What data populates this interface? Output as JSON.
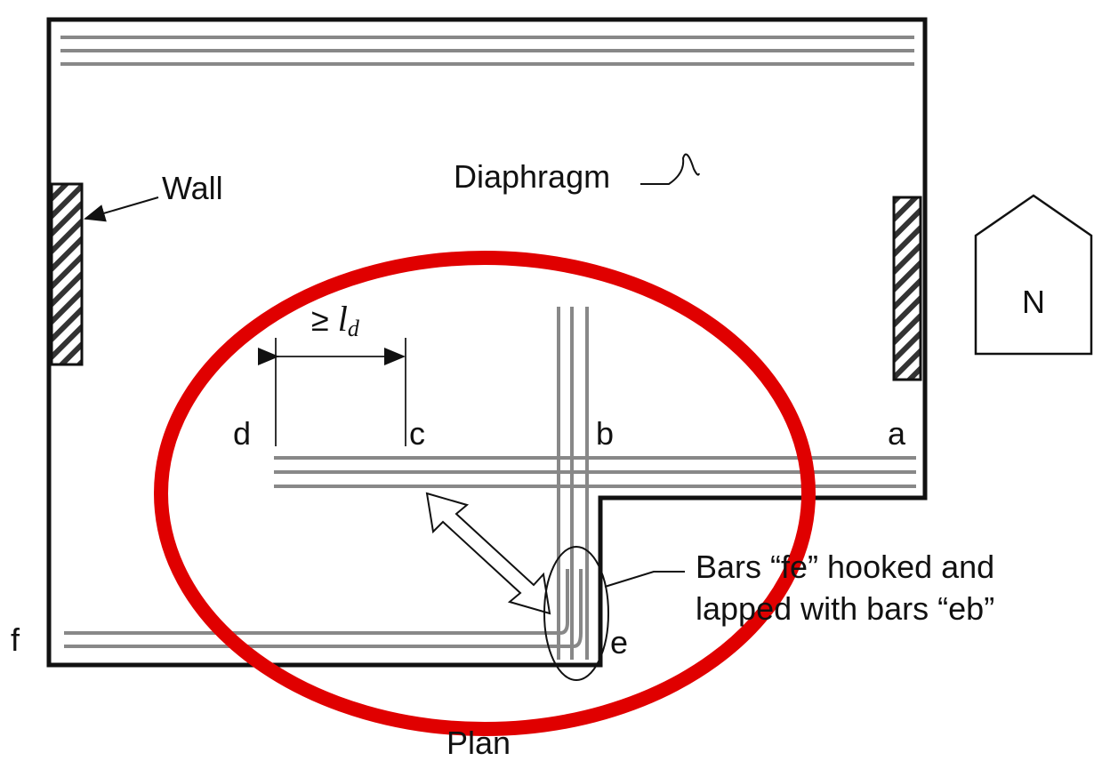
{
  "labels": {
    "wall": "Wall",
    "diaphragm": "Diaphragm",
    "north": "N",
    "dev_length_prefix": "≥",
    "dev_length_symbol": "l",
    "dev_length_sub": "d",
    "point_a": "a",
    "point_b": "b",
    "point_c": "c",
    "point_d": "d",
    "point_e": "e",
    "point_f": "f",
    "note_line1": "Bars “fe” hooked and",
    "note_line2": "lapped with bars “eb”",
    "caption": "Plan"
  },
  "colors": {
    "highlight": "#e00000",
    "bar": "#888888",
    "outline": "#111111"
  }
}
